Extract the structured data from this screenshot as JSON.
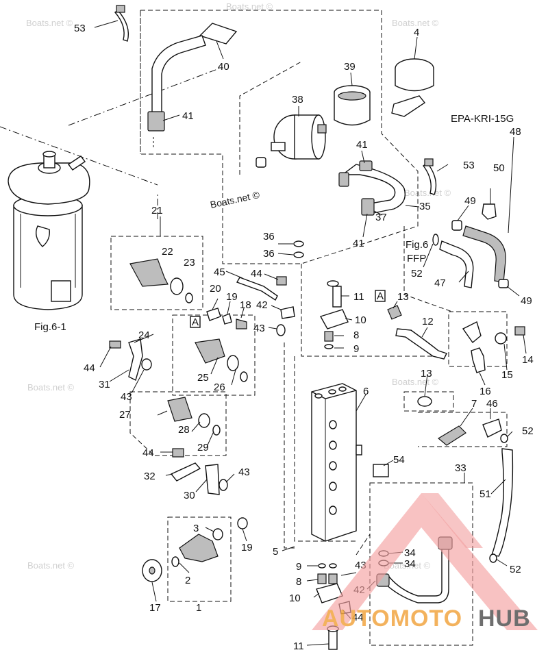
{
  "diagram": {
    "model_code": "EPA-KRI-15G",
    "figure_refs": {
      "fig_left": "Fig.6-1",
      "fig_right": "Fig.6",
      "ffp": "FFP"
    },
    "view_markers": [
      "A",
      "A"
    ],
    "watermarks": [
      "Boats.net ©",
      "Boats.net ©",
      "Boats.net ©",
      "Boats.net ©",
      "Boats.net ©",
      "Boats.net ©",
      "Boats.net ©",
      "Boats.net ©",
      "Boats.net ©"
    ],
    "brand": {
      "part1": "AUTOMOTO",
      "part2": "HUB"
    },
    "callouts": [
      "53",
      "40",
      "41",
      "39",
      "38",
      "4",
      "41",
      "41",
      "50",
      "48",
      "53",
      "21",
      "35",
      "49",
      "22",
      "23",
      "36",
      "36",
      "37",
      "52",
      "47",
      "45",
      "44",
      "20",
      "19",
      "18",
      "42",
      "43",
      "11",
      "13",
      "10",
      "12",
      "49",
      "24",
      "8",
      "9",
      "14",
      "44",
      "31",
      "25",
      "26",
      "6",
      "15",
      "43",
      "16",
      "27",
      "13",
      "7",
      "46",
      "28",
      "29",
      "52",
      "44",
      "54",
      "32",
      "43",
      "30",
      "33",
      "51",
      "3",
      "19",
      "5",
      "34",
      "34",
      "9",
      "43",
      "2",
      "8",
      "42",
      "17",
      "10",
      "44",
      "11",
      "1",
      "52"
    ]
  }
}
